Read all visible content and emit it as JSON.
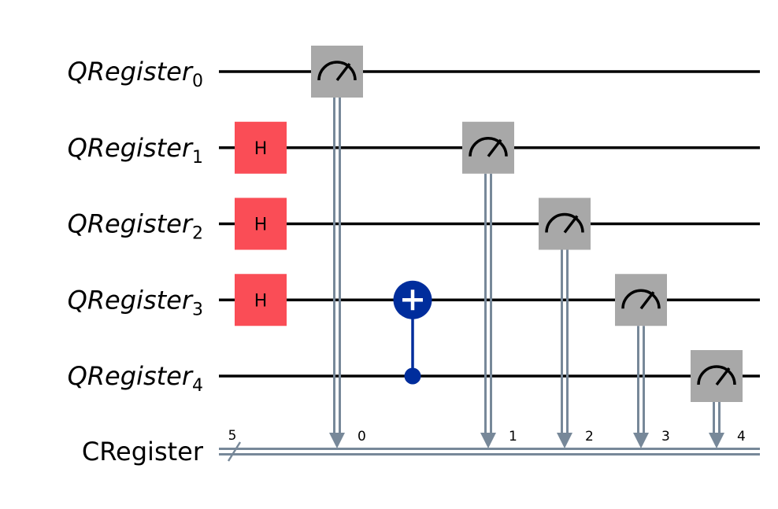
{
  "qubits": [
    {
      "name": "QRegister",
      "index": "0"
    },
    {
      "name": "QRegister",
      "index": "1"
    },
    {
      "name": "QRegister",
      "index": "2"
    },
    {
      "name": "QRegister",
      "index": "3"
    },
    {
      "name": "QRegister",
      "index": "4"
    }
  ],
  "classical": {
    "name": "CRegister",
    "size": "5"
  },
  "gates": [
    {
      "type": "h",
      "label": "H",
      "qubit": 1,
      "column": 0
    },
    {
      "type": "h",
      "label": "H",
      "qubit": 2,
      "column": 0
    },
    {
      "type": "h",
      "label": "H",
      "qubit": 3,
      "column": 0
    },
    {
      "type": "measure",
      "qubit": 0,
      "clbit": "0",
      "column": 1
    },
    {
      "type": "cx",
      "control": 4,
      "target": 3,
      "column": 2
    },
    {
      "type": "measure",
      "qubit": 1,
      "clbit": "1",
      "column": 3
    },
    {
      "type": "measure",
      "qubit": 2,
      "clbit": "2",
      "column": 4
    },
    {
      "type": "measure",
      "qubit": 3,
      "clbit": "3",
      "column": 5
    },
    {
      "type": "measure",
      "qubit": 4,
      "clbit": "4",
      "column": 6
    }
  ],
  "colors": {
    "wire": "#000000",
    "classical_wire": "#778899",
    "h_gate": "#FA4D56",
    "measure_gate": "#A8A8A8",
    "cx_gate": "#002D9C"
  }
}
